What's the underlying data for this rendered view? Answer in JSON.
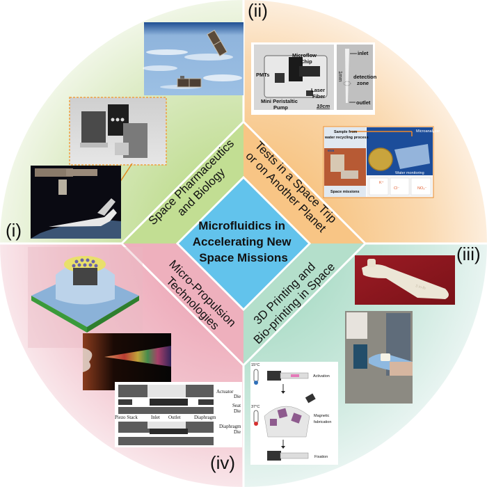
{
  "center": {
    "title_lines": [
      "Microfluidics in",
      "Accelerating New",
      "Space Missions"
    ]
  },
  "bands": [
    {
      "id": "i",
      "lines": [
        "Space Pharmaceutics",
        "and Biology"
      ]
    },
    {
      "id": "ii",
      "lines": [
        "Tests in a Space Trip",
        "or on Another Planet"
      ]
    },
    {
      "id": "iii",
      "lines": [
        "3D Printing and",
        "Bio-printing in Space"
      ]
    },
    {
      "id": "iv",
      "lines": [
        "Micro-Propulsion",
        "Technologies"
      ]
    }
  ],
  "panels": {
    "i": {
      "label": "(i)"
    },
    "ii": {
      "label": "(ii)"
    },
    "iii": {
      "label": "(iii)"
    },
    "iv": {
      "label": "(iv)"
    }
  },
  "microflow_image": {
    "labels": {
      "microflow_chip": [
        "Microflow",
        "Chip"
      ],
      "pmts": "PMTs",
      "laser_fiber": [
        "Laser",
        "Fiber"
      ],
      "pump": [
        "Mini Peristaltic",
        "Pump"
      ],
      "scale": "10cm",
      "inlet": "inlet",
      "scale_1mm": "1mm",
      "detection_zone": [
        "detection",
        "zone"
      ],
      "outlet": "outlet"
    }
  },
  "microanalyzer_image": {
    "labels": {
      "sample": [
        "Sample from",
        "water recycling process"
      ],
      "microanalyzer": "Microanalyzer",
      "agency": "esa",
      "space_missions": "Space missions",
      "water_monitoring": "Water monitoring",
      "ions": [
        "K⁺",
        "Cl⁻",
        "NO₃⁻"
      ]
    }
  },
  "bioprinting_image": {
    "labels": {
      "temp_cold": "15°C",
      "temp_warm": "37°C",
      "activation": "Activation",
      "magnetic": [
        "Magnetic",
        "fabrication"
      ],
      "fixation": "Fixation"
    }
  },
  "wrench_image": {
    "engraving": "3 in-lb"
  },
  "valve_diagram": {
    "labels": {
      "actuator_die": [
        "Actuator",
        "Die"
      ],
      "seat_die": [
        "Seat",
        "Die"
      ],
      "piezo_stack": "Piezo Stack",
      "inlet": "Inlet",
      "outlet": "Outlet",
      "diaphragm": "Diaphragm",
      "diaphragm_die": [
        "Diaphragm",
        "Die"
      ]
    }
  },
  "colors": {
    "green": "#c5df9a",
    "orange": "#f8c88a",
    "teal": "#b9e1d0",
    "pink": "#efb5c2",
    "center_blue": "#62c3ec",
    "divider": "#ffffff"
  }
}
